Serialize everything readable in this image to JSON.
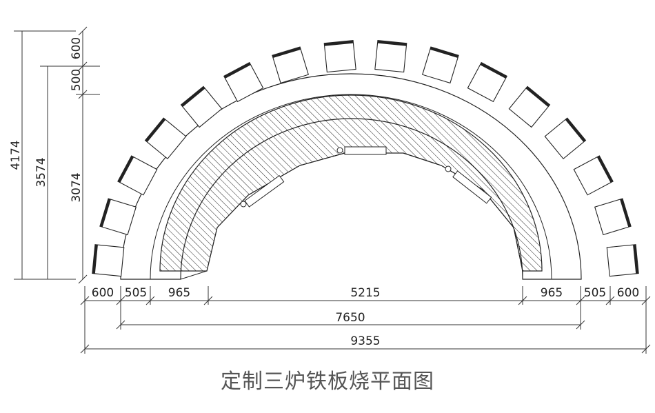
{
  "title": "定制三炉铁板烧平面图",
  "dimensions": {
    "horizontal_row1": [
      "600",
      "505",
      "965",
      "5215",
      "965",
      "505",
      "600"
    ],
    "horizontal_row2": "7650",
    "horizontal_row3": "9355",
    "vertical": {
      "total": "4174",
      "inner": "3574",
      "segments": [
        "600",
        "500",
        "3074"
      ]
    }
  },
  "seats": {
    "count": 16
  },
  "colors": {
    "line": "#222222",
    "dim_line": "#333333",
    "caption": "#555555"
  }
}
